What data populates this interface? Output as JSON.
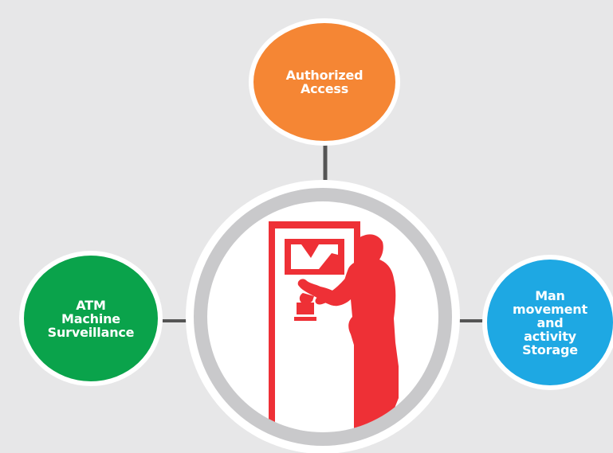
{
  "diagram": {
    "nodes": [
      {
        "id": "authorized",
        "label": "Authorized\nAccess",
        "color": "#f58634"
      },
      {
        "id": "atm",
        "label": "ATM\nMachine\nSurveillance",
        "color": "#0aa34b"
      },
      {
        "id": "man",
        "label": "Man\nmovement\nand\nactivity\nStorage",
        "color": "#1ea8e3"
      }
    ],
    "center": {
      "icon": "person-using-atm-icon",
      "icon_color": "#ee3036",
      "ring_color": "#c9c9cb",
      "inner_color": "#ffffff"
    },
    "connector_color": "#555555"
  }
}
